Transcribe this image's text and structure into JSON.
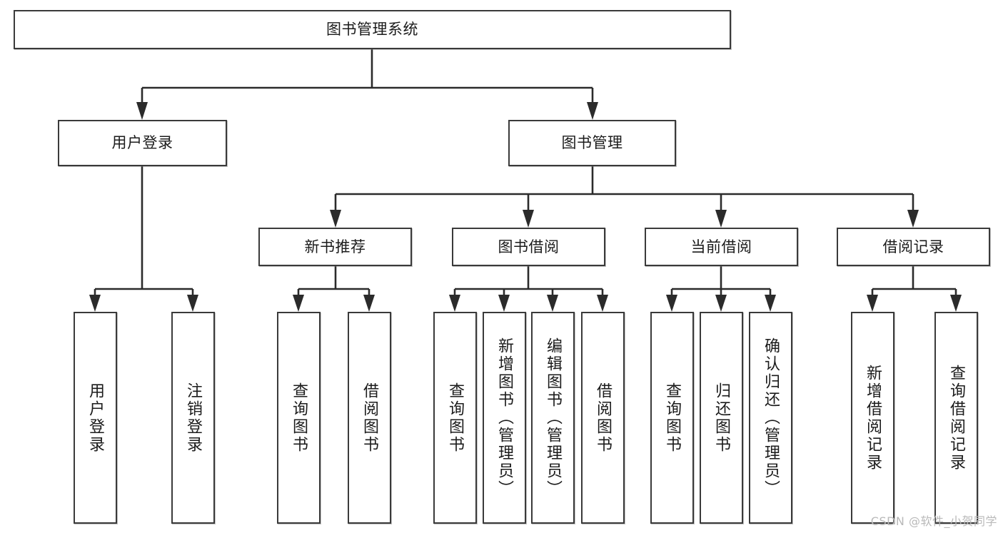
{
  "diagram": {
    "type": "tree",
    "title_node": {
      "label": "图书管理系统"
    },
    "level1": [
      {
        "id": "user-login",
        "label": "用户登录"
      },
      {
        "id": "book-manage",
        "label": "图书管理"
      }
    ],
    "level2": [
      {
        "id": "new-book-rec",
        "label": "新书推荐",
        "parent": "book-manage"
      },
      {
        "id": "book-borrow",
        "label": "图书借阅",
        "parent": "book-manage"
      },
      {
        "id": "current-borrow",
        "label": "当前借阅",
        "parent": "book-manage"
      },
      {
        "id": "borrow-record",
        "label": "借阅记录",
        "parent": "book-manage"
      }
    ],
    "leaves": [
      {
        "id": "leaf-user-login",
        "label": "用户登录",
        "parent": "user-login"
      },
      {
        "id": "leaf-user-logout",
        "label": "注销登录",
        "parent": "user-login"
      },
      {
        "id": "leaf-rec-query",
        "label": "查询图书",
        "parent": "new-book-rec"
      },
      {
        "id": "leaf-rec-borrow",
        "label": "借阅图书",
        "parent": "new-book-rec"
      },
      {
        "id": "leaf-borrow-query",
        "label": "查询图书",
        "parent": "book-borrow"
      },
      {
        "id": "leaf-borrow-add",
        "label": "新增图书（管理员）",
        "parent": "book-borrow"
      },
      {
        "id": "leaf-borrow-edit",
        "label": "编辑图书（管理员）",
        "parent": "book-borrow"
      },
      {
        "id": "leaf-borrow-borrow",
        "label": "借阅图书",
        "parent": "book-borrow"
      },
      {
        "id": "leaf-cur-query",
        "label": "查询图书",
        "parent": "current-borrow"
      },
      {
        "id": "leaf-cur-return",
        "label": "归还图书",
        "parent": "current-borrow"
      },
      {
        "id": "leaf-cur-confirm",
        "label": "确认归还（管理员）",
        "parent": "current-borrow"
      },
      {
        "id": "leaf-rec-add",
        "label": "新增借阅记录",
        "parent": "borrow-record"
      },
      {
        "id": "leaf-rec-query-record",
        "label": "查询借阅记录",
        "parent": "borrow-record"
      }
    ],
    "watermark": "CSDN @软件_小贺同学",
    "colors": {
      "stroke": "#2b2b2b",
      "box_border": "#3a3a3a",
      "background": "#ffffff",
      "text": "#1b1b1b",
      "watermark": "#b9b9b9"
    }
  }
}
